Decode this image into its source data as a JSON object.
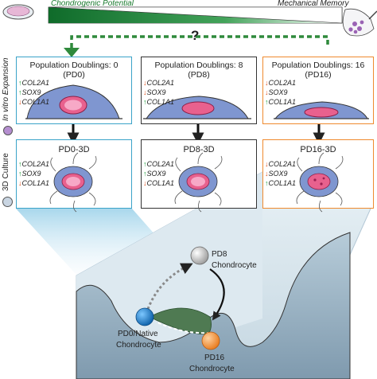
{
  "header": {
    "left_label": "Chondrogenic Potential",
    "right_label": "Mechanical Memory",
    "question": "?",
    "colors": {
      "green": "#1a7a2e",
      "orange": "#ef8a2e",
      "blue": "#3aa3c8",
      "dark": "#333333"
    }
  },
  "side_labels": {
    "expansion": "In vitro Expansion",
    "culture": "3D Culture"
  },
  "expansion_panels": [
    {
      "title_line1": "Population Doublings: 0",
      "title_line2": "(PD0)",
      "genes": [
        {
          "dir": "up",
          "name": "COL2A1"
        },
        {
          "dir": "up",
          "name": "SOX9"
        },
        {
          "dir": "down",
          "name": "COL1A1"
        }
      ]
    },
    {
      "title_line1": "Population Doublings: 8",
      "title_line2": "(PD8)",
      "genes": [
        {
          "dir": "down",
          "name": "COL2A1"
        },
        {
          "dir": "down",
          "name": "SOX9"
        },
        {
          "dir": "up",
          "name": "COL1A1"
        }
      ]
    },
    {
      "title_line1": "Population Doublings: 16",
      "title_line2": "(PD16)",
      "genes": [
        {
          "dir": "down",
          "name": "COL2A1"
        },
        {
          "dir": "down",
          "name": "SOX9"
        },
        {
          "dir": "up",
          "name": "COL1A1"
        }
      ]
    }
  ],
  "culture_panels": [
    {
      "title": "PD0-3D",
      "genes": [
        {
          "dir": "up",
          "name": "COL2A1"
        },
        {
          "dir": "up",
          "name": "SOX9"
        },
        {
          "dir": "down",
          "name": "COL1A1"
        }
      ]
    },
    {
      "title": "PD8-3D",
      "genes": [
        {
          "dir": "up",
          "name": "COL2A1"
        },
        {
          "dir": "up",
          "name": "SOX9"
        },
        {
          "dir": "down",
          "name": "COL1A1"
        }
      ]
    },
    {
      "title": "PD16-3D",
      "genes": [
        {
          "dir": "down",
          "name": "COL2A1"
        },
        {
          "dir": "down",
          "name": "SOX9"
        },
        {
          "dir": "up",
          "name": "COL1A1"
        }
      ]
    }
  ],
  "landscape": {
    "pd8_line1": "PD8",
    "pd8_line2": "Chondrocyte",
    "pd0_line1": "PD0/Native",
    "pd0_line2": "Chondrocyte",
    "pd16_line1": "PD16",
    "pd16_line2": "Chondrocyte"
  }
}
